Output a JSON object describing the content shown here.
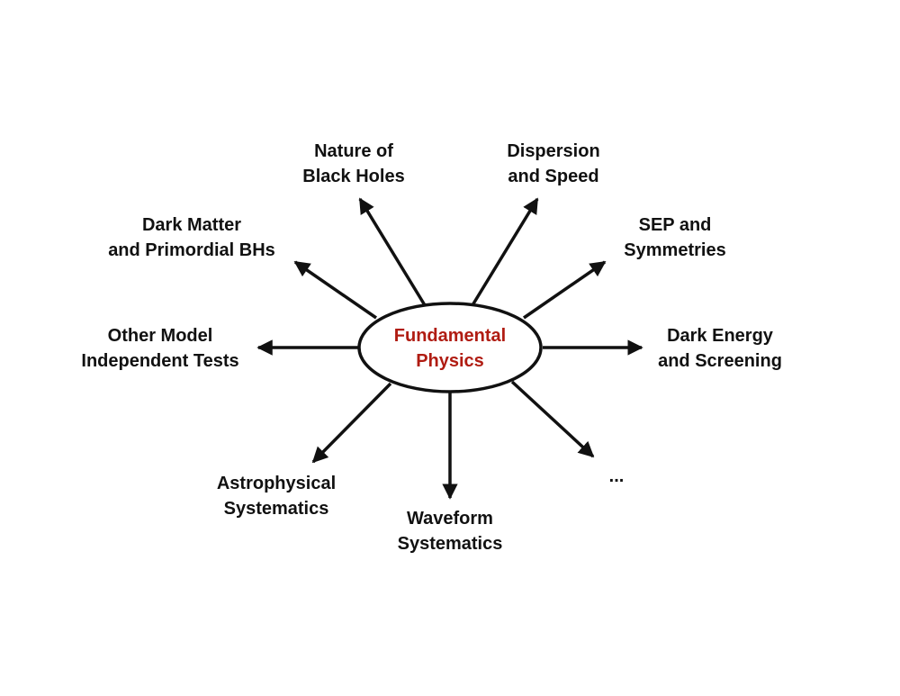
{
  "center": {
    "line1": "Fundamental",
    "line2": "Physics",
    "color": "#b01c12"
  },
  "colors": {
    "text": "#111111",
    "arrow": "#111111"
  },
  "branches": {
    "nature": {
      "line1": "Nature of",
      "line2": "Black Holes"
    },
    "dispersion": {
      "line1": "Dispersion",
      "line2": "and Speed"
    },
    "dark_matter": {
      "line1": "Dark Matter",
      "line2": "and Primordial BHs"
    },
    "sep": {
      "line1": "SEP and",
      "line2": "Symmetries"
    },
    "other_model": {
      "line1": "Other Model",
      "line2": "Independent Tests"
    },
    "dark_energy": {
      "line1": "Dark Energy",
      "line2": "and Screening"
    },
    "astrophysical": {
      "line1": "Astrophysical",
      "line2": "Systematics"
    },
    "waveform": {
      "line1": "Waveform",
      "line2": "Systematics"
    },
    "more": {
      "line1": "..."
    }
  }
}
